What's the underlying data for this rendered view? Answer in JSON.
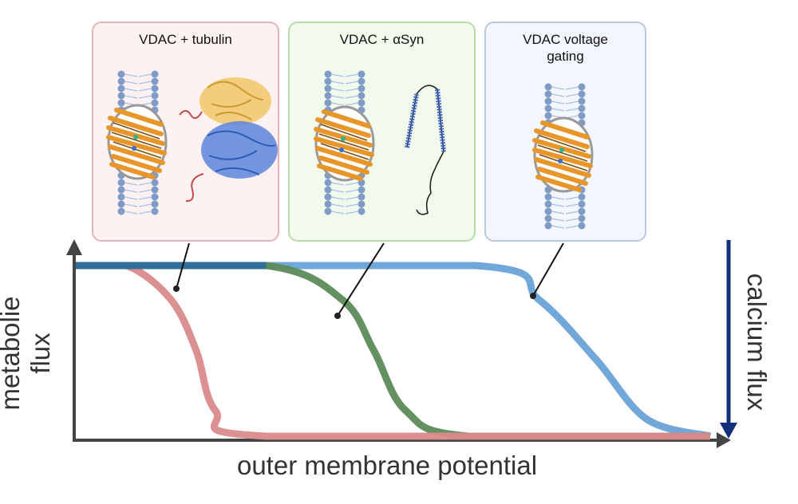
{
  "panels": [
    {
      "title": "VDAC + tubulin",
      "color": "#d98b8b",
      "components": [
        "lipid-bilayer",
        "vdac-beta-barrel",
        "tubulin-dimer"
      ]
    },
    {
      "title": "VDAC + αSyn",
      "color": "#5d8a58",
      "components": [
        "lipid-bilayer",
        "vdac-beta-barrel",
        "alpha-synuclein"
      ]
    },
    {
      "title": "VDAC voltage gating",
      "color": "#6aa2d8",
      "components": [
        "lipid-bilayer",
        "vdac-beta-barrel"
      ]
    }
  ],
  "axes": {
    "y_label": "metabolie flux",
    "x_label": "outer membrane potential",
    "right_label": "calcium flux"
  },
  "colors": {
    "tubulin": "#d98b8b",
    "asyn": "#5d8a58",
    "voltage": "#6aa2d8",
    "top_line": "#2f6e96",
    "calcium_arrow": "#14307a",
    "axis": "#444444"
  },
  "chart_data": {
    "type": "line",
    "title": "",
    "xlabel": "outer membrane potential",
    "ylabel": "metabolie flux",
    "y2label": "calcium flux",
    "xlim": [
      0,
      1
    ],
    "ylim": [
      0,
      1
    ],
    "grid": false,
    "series": [
      {
        "name": "VDAC + tubulin",
        "x": [
          0,
          0.08,
          0.15,
          0.19,
          0.22,
          0.3,
          1
        ],
        "y": [
          1,
          1,
          0.8,
          0.5,
          0.15,
          0,
          0
        ]
      },
      {
        "name": "VDAC + αSyn",
        "x": [
          0,
          0.3,
          0.42,
          0.47,
          0.52,
          0.62,
          1
        ],
        "y": [
          1,
          1,
          0.8,
          0.5,
          0.15,
          0,
          0
        ]
      },
      {
        "name": "VDAC voltage gating",
        "x": [
          0,
          0.63,
          0.73,
          0.82,
          0.9,
          1
        ],
        "y": [
          1,
          1,
          0.8,
          0.45,
          0.1,
          0
        ]
      }
    ]
  }
}
